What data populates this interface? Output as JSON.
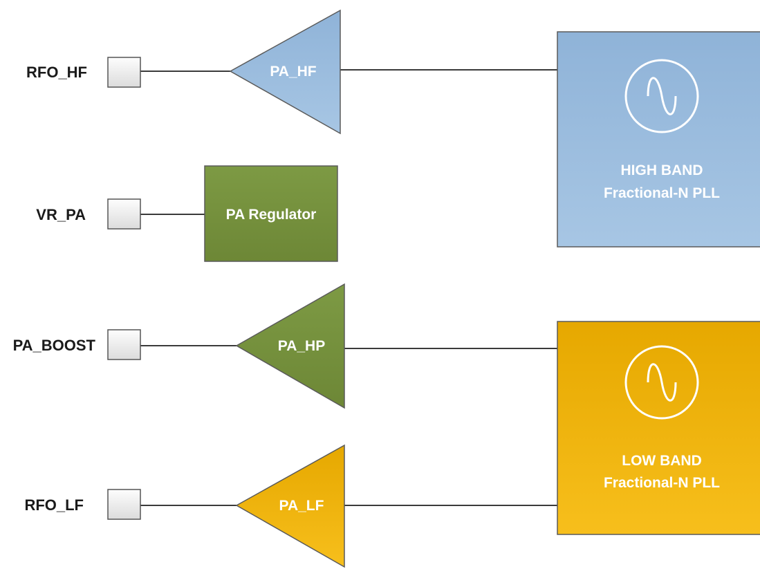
{
  "pins": {
    "rfo_hf": "RFO_HF",
    "vr_pa": "VR_PA",
    "pa_boost": "PA_BOOST",
    "rfo_lf": "RFO_LF"
  },
  "amplifiers": {
    "pa_hf": "PA_HF",
    "pa_hp": "PA_HP",
    "pa_lf": "PA_LF"
  },
  "regulator": {
    "label": "PA Regulator"
  },
  "pll_high": {
    "line1": "HIGH BAND",
    "line2": "Fractional-N PLL"
  },
  "pll_low": {
    "line1": "LOW BAND",
    "line2": "Fractional-N PLL"
  },
  "icons": {
    "oscillator": "sine-wave-oscillator-icon"
  },
  "colors": {
    "high_band_blue": "#96b9dc",
    "regulator_green": "#78913f",
    "low_band_gold": "#f0b400",
    "outline": "#5a5a5a"
  }
}
